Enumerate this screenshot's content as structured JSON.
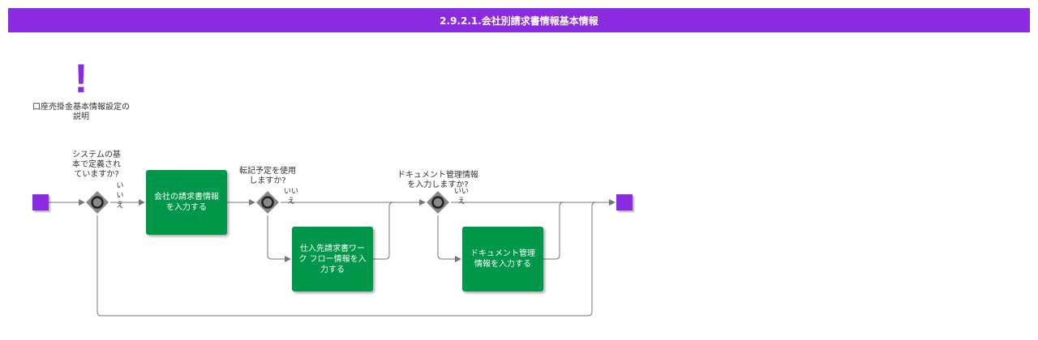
{
  "title": "2.9.2.1.会社別請求書情報基本情報",
  "note": {
    "icon": "exclamation-icon",
    "text": "口座売掛金基本情報設定の説明"
  },
  "gateways": [
    {
      "question": "システムの基 本で定義され ていますか?",
      "no_label": "いいえ"
    },
    {
      "question": "転記予定を使用しますか?",
      "no_label": "いいえ"
    },
    {
      "question": "ドキュメント管理情報を入力しますか?",
      "no_label": "いいえ"
    }
  ],
  "tasks": [
    {
      "label": "会社の請求書情報を入力する"
    },
    {
      "label": "仕入先請求書ワーク フロー情報を入力する"
    },
    {
      "label": "ドキュメント管理情報を入力する"
    }
  ],
  "colors": {
    "accent": "#8a2be2",
    "task": "#00974a",
    "gateway": "#888888",
    "line": "#777777"
  }
}
